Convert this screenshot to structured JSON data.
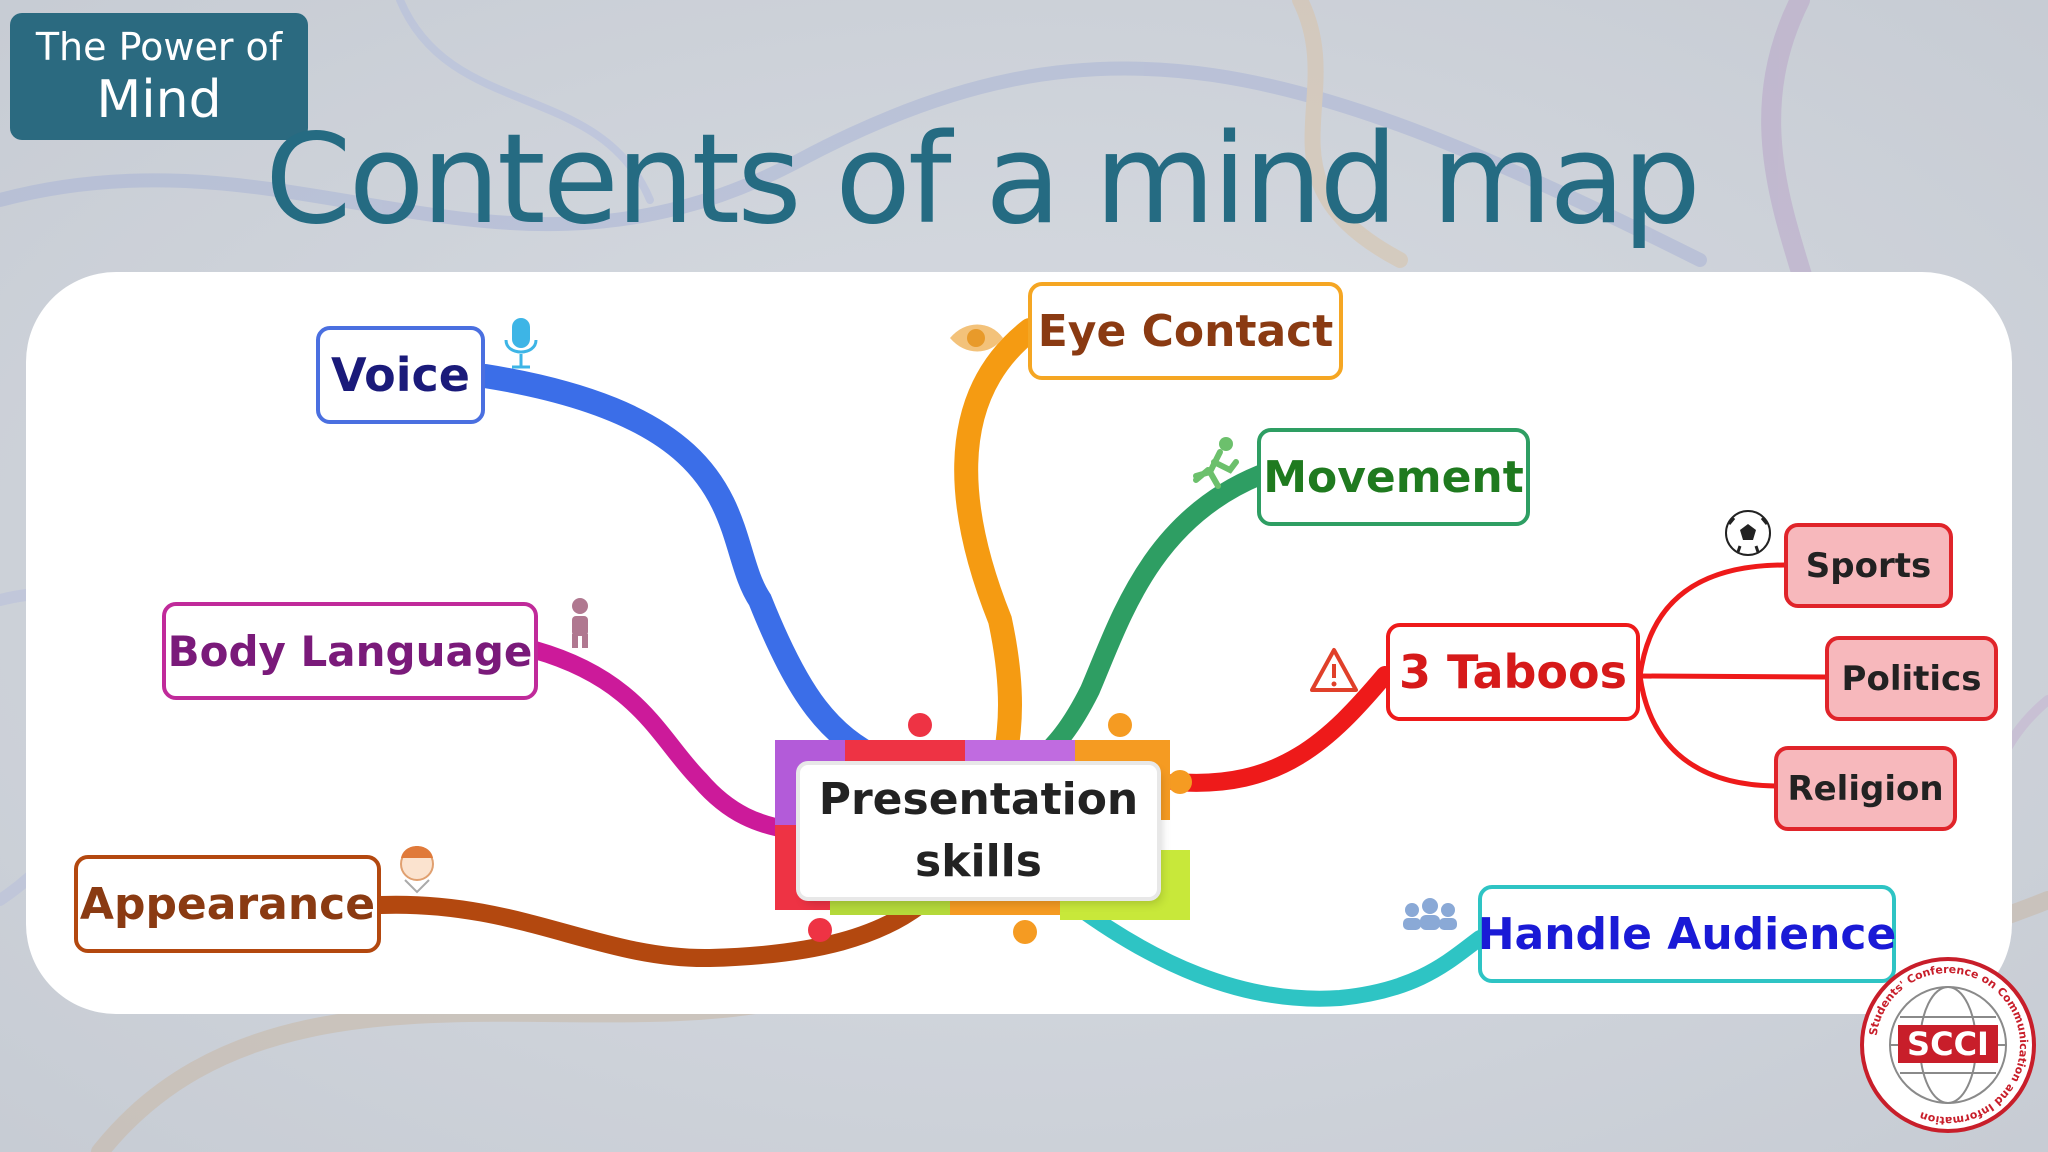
{
  "badge": {
    "line1": "The Power of",
    "line2": "Mind"
  },
  "slide_title": "Contents of a mind map",
  "mind_map": {
    "center": {
      "line1": "Presentation",
      "line2": "skills"
    },
    "branches": [
      {
        "id": "voice",
        "label": "Voice",
        "color": "#1a1a7a",
        "branch_color": "#3b6ee8",
        "icon": "microphone-icon"
      },
      {
        "id": "eye-contact",
        "label": "Eye Contact",
        "color": "#8a3a12",
        "branch_color": "#f59b12",
        "icon": "eye-icon"
      },
      {
        "id": "movement",
        "label": "Movement",
        "color": "#1f7a1f",
        "branch_color": "#2e9e63",
        "icon": "running-person-icon"
      },
      {
        "id": "body-language",
        "label": "Body Language",
        "color": "#7a1a7a",
        "branch_color": "#cc1a9a",
        "icon": "standing-person-icon"
      },
      {
        "id": "appearance",
        "label": "Appearance",
        "color": "#8a3a12",
        "branch_color": "#b3480f",
        "icon": "face-icon"
      },
      {
        "id": "taboos",
        "label": "3 Taboos",
        "color": "#d61a1a",
        "branch_color": "#ee1a1a",
        "icon": "warning-icon",
        "children": [
          "Sports",
          "Politics",
          "Religion"
        ],
        "child_icon": "soccer-ball-icon"
      },
      {
        "id": "handle-audience",
        "label": "Handle Audience",
        "color": "#1a1ad6",
        "branch_color": "#2ec4c4",
        "icon": "people-group-icon"
      }
    ]
  },
  "logo": {
    "name": "SCCI",
    "ring_text": "Students' Conference on Communication and Information"
  }
}
